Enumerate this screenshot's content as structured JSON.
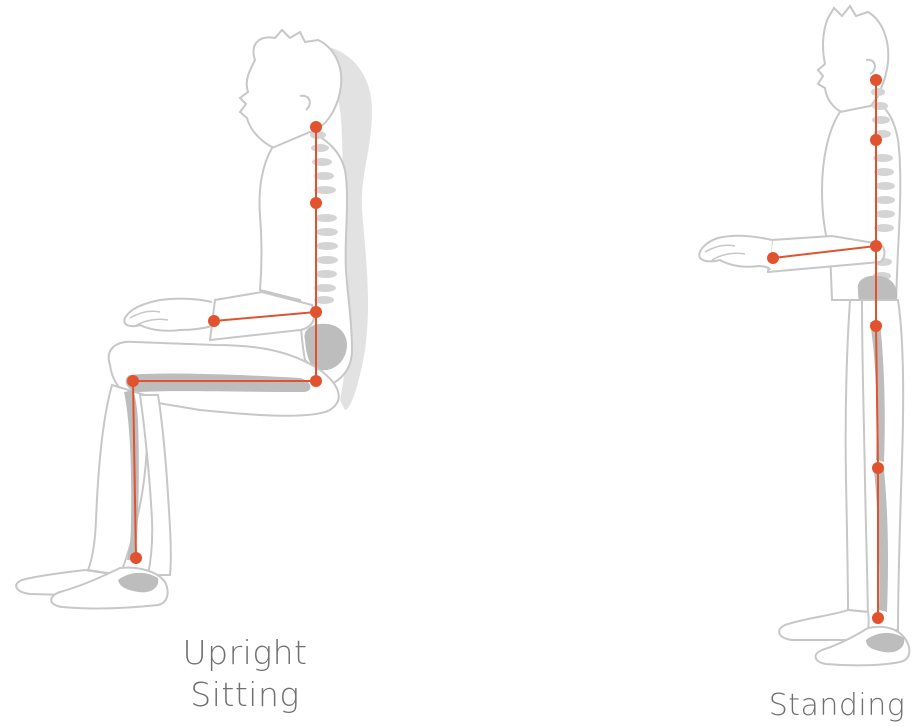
{
  "captions": {
    "sitting_line1": "Upright",
    "sitting_line2": "Sitting",
    "standing": "Standing"
  },
  "colors": {
    "outline": "#c7c7c7",
    "bone": "#c9c9c9",
    "shadow": "#e2e2e2",
    "joint": "#e0532e",
    "caption": "#6f6f6f"
  }
}
